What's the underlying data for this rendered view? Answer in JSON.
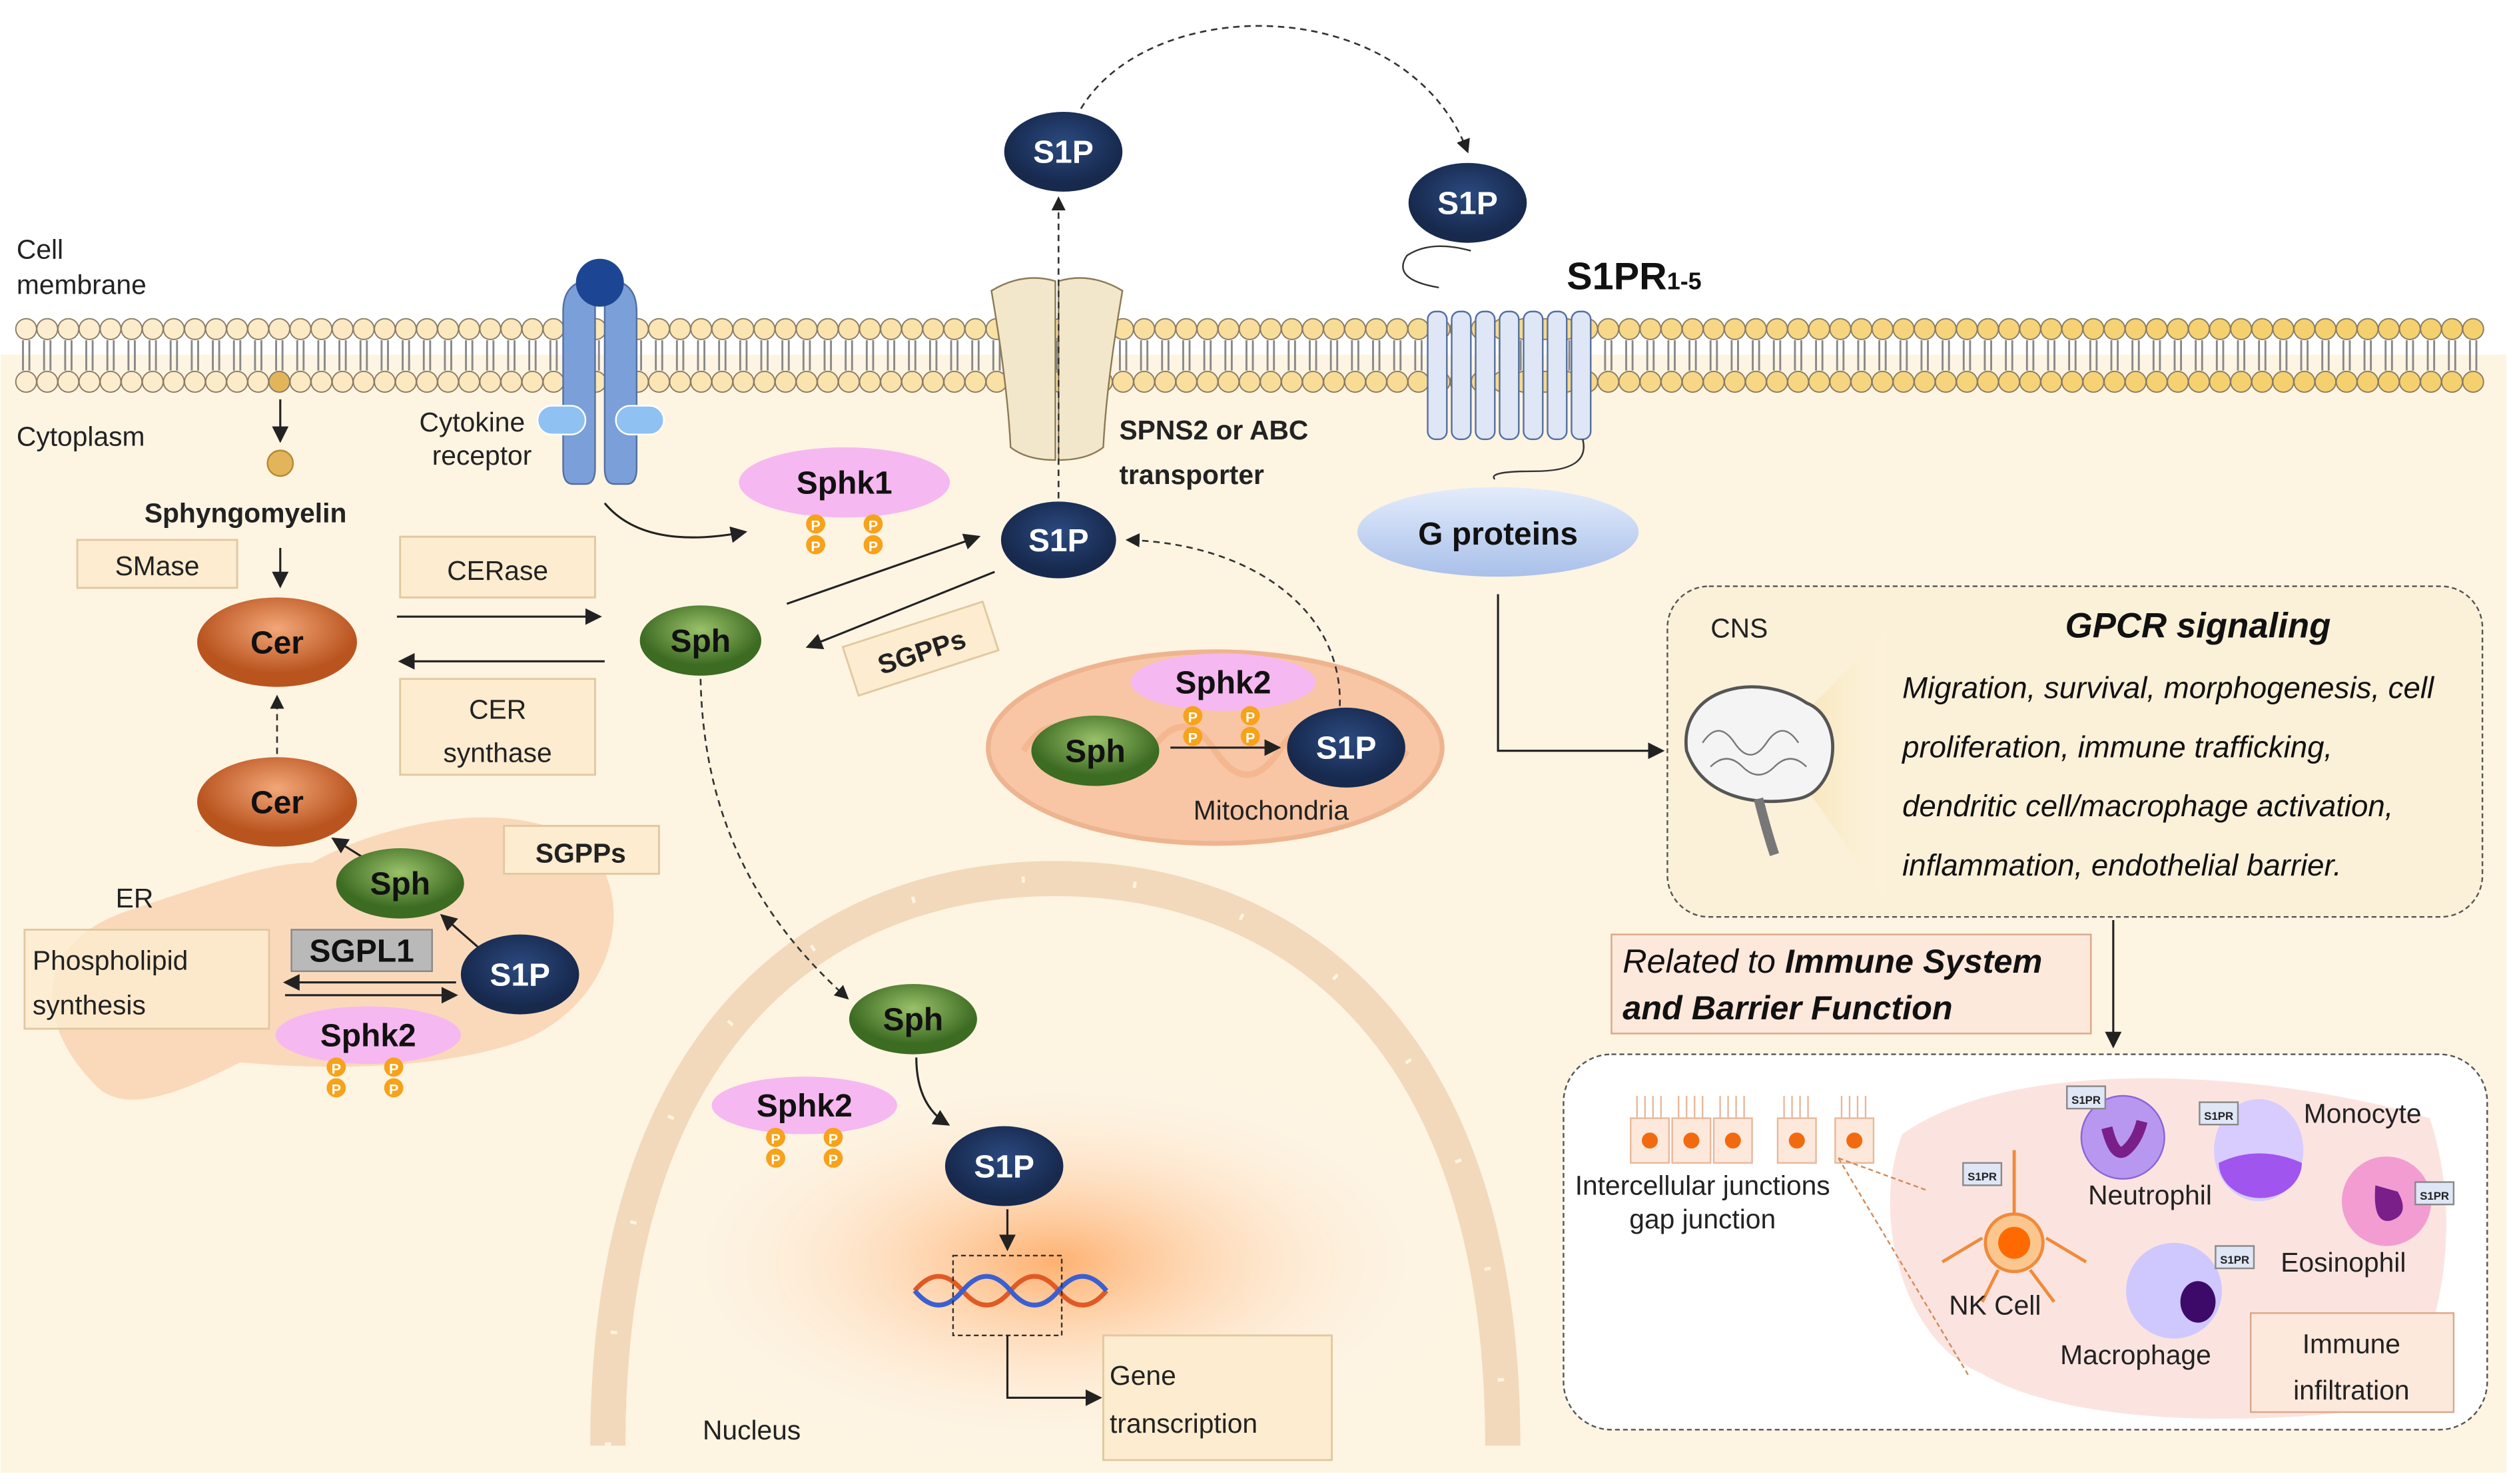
{
  "labels": {
    "cell_membrane": [
      "Cell",
      "membrane"
    ],
    "cytoplasm": "Cytoplasm",
    "cytokine_receptor": [
      "Cytokine",
      "receptor"
    ],
    "sphyngomyelin": "Sphyngomyelin",
    "smase": "SMase",
    "cerase": "CERase",
    "cer_synthase": [
      "CER",
      "synthase"
    ],
    "cer": "Cer",
    "sph": "Sph",
    "s1p": "S1P",
    "sphk1": "Sphk1",
    "sphk2": "Sphk2",
    "sgpps": "SGPPs",
    "sgpl1": "SGPL1",
    "er": "ER",
    "phospholipid_synthesis": [
      "Phospholipid",
      "synthesis"
    ],
    "transporter": [
      "SPNS2 or ABC",
      "transporter"
    ],
    "s1pr": "S1PR",
    "s1pr_sub": "1-5",
    "g_proteins": "G proteins",
    "mitochondria": "Mitochondria",
    "nucleus": "Nucleus",
    "gene_transcription": [
      "Gene",
      "transcription"
    ],
    "phospho": "P"
  },
  "cns_panel": {
    "cns": "CNS",
    "title": "GPCR signaling",
    "lines": [
      "Migration, survival, morphogenesis, cell",
      "proliferation, immune trafficking,",
      "dendritic cell/macrophage activation,",
      "inflammation, endothelial barrier."
    ]
  },
  "related": {
    "prefix": "Related to ",
    "bold1": "Immune System",
    "line2": "and Barrier Function"
  },
  "immune_panel": {
    "junctions": [
      "Intercellular junctions",
      "gap junction"
    ],
    "cells": [
      "Neutrophil",
      "Monocyte",
      "Eosinophil",
      "NK Cell",
      "Macrophage"
    ],
    "receptor_tag": "S1PR",
    "infiltration": [
      "Immune",
      "infiltration"
    ]
  },
  "colors": {
    "s1p": "#1d3461",
    "sph": "#4a7a2e",
    "cer": "#c9672e",
    "kinase": "#f6b8f0",
    "cytoplasm": "#fdf4e2"
  }
}
